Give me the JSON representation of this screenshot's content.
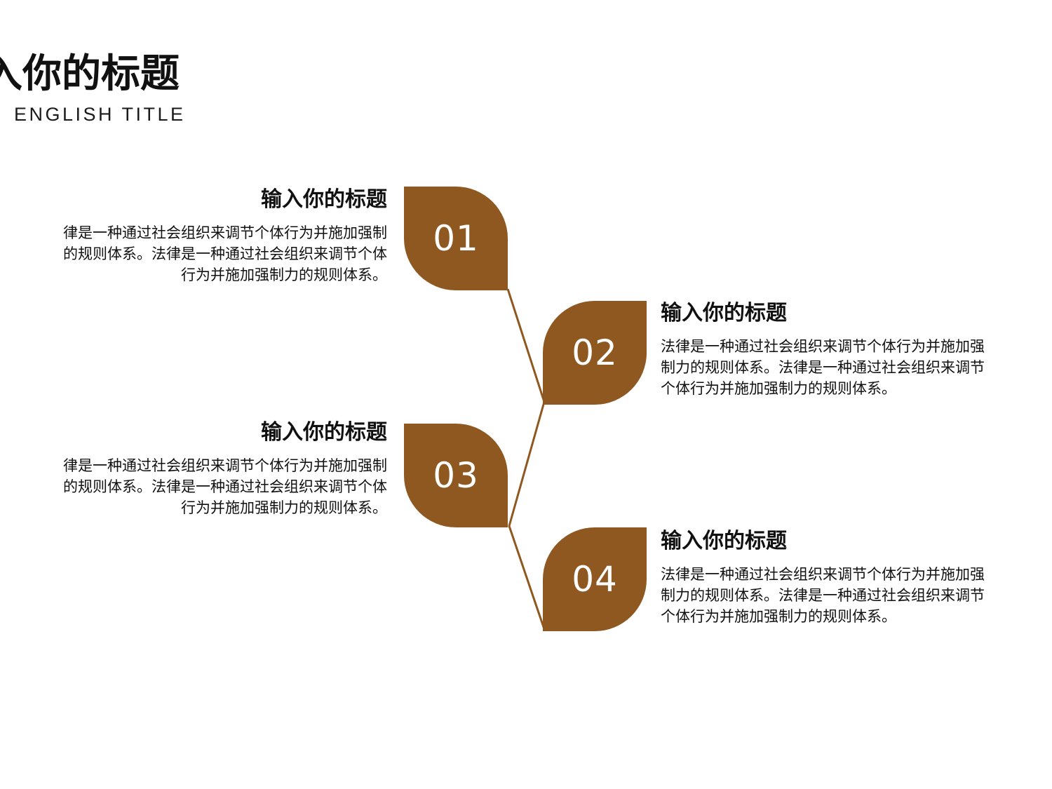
{
  "header": {
    "title": "入你的标题",
    "subtitle": "ENGLISH TITLE"
  },
  "colors": {
    "accent": "#8e5820",
    "connector": "#8e5820",
    "number_text": "#ffffff"
  },
  "steps": [
    {
      "number": "01",
      "title": "输入你的标题",
      "description": "律是一种通过社会组织来调节个体行为并施加强制\n的规则体系。法律是一种通过社会组织来调节个体\n行为并施加强制力的规则体系。"
    },
    {
      "number": "02",
      "title": "输入你的标题",
      "description": "法律是一种通过社会组织来调节个体行为并施加强\n制力的规则体系。法律是一种通过社会组织来调节\n个体行为并施加强制力的规则体系。"
    },
    {
      "number": "03",
      "title": "输入你的标题",
      "description": "律是一种通过社会组织来调节个体行为并施加强制\n的规则体系。法律是一种通过社会组织来调节个体\n行为并施加强制力的规则体系。"
    },
    {
      "number": "04",
      "title": "输入你的标题",
      "description": "法律是一种通过社会组织来调节个体行为并施加强\n制力的规则体系。法律是一种通过社会组织来调节\n个体行为并施加强制力的规则体系。"
    }
  ]
}
